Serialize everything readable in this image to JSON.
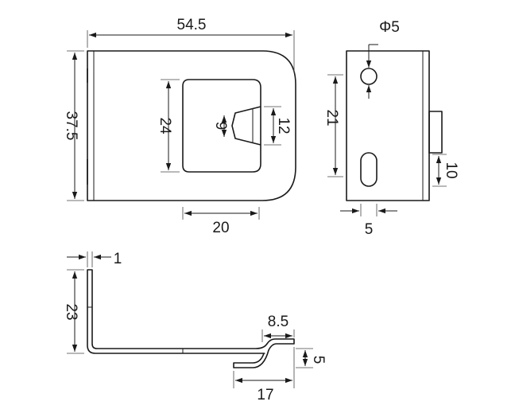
{
  "front_view": {
    "width": "54.5",
    "height": "37.5",
    "window_height": "24",
    "window_width": "20",
    "tab_width": "9",
    "tab_height": "12"
  },
  "side_view": {
    "hole_diameter": "Φ5",
    "hole_spacing": "21",
    "slot_length": "10",
    "hole_offset": "5"
  },
  "bottom_view": {
    "thickness": "1",
    "leg_height": "23",
    "step_offset": "8.5",
    "step_height": "5",
    "foot_length": "17"
  }
}
